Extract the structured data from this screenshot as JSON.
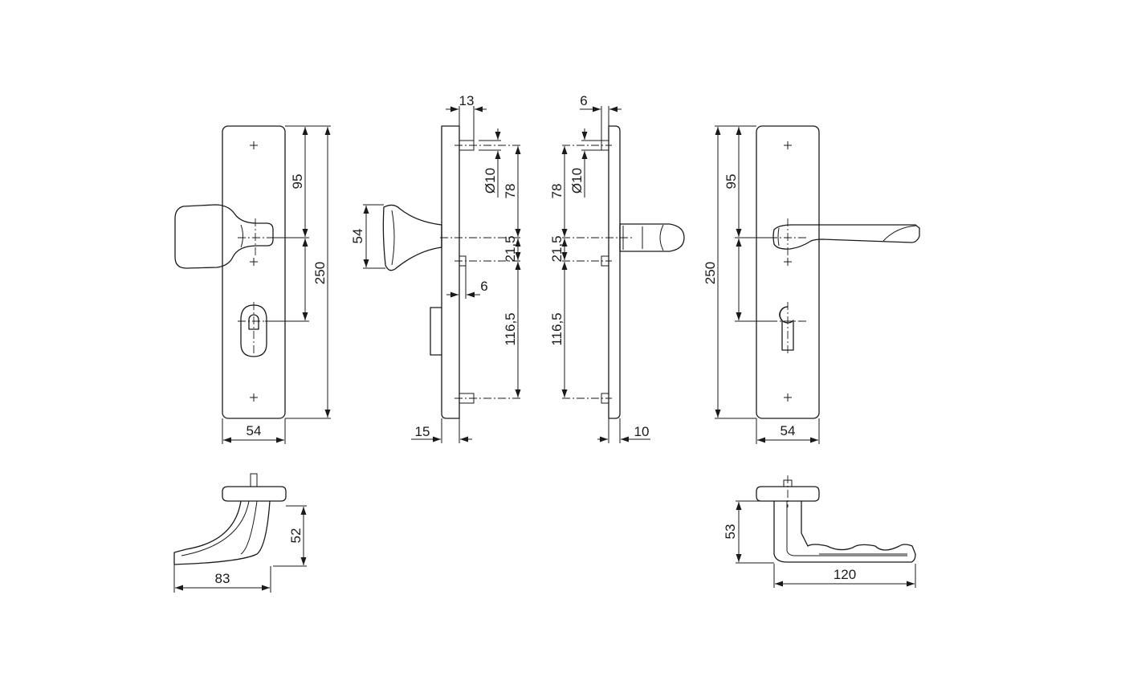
{
  "views": {
    "knob_front": {
      "width": "54",
      "knob_to_key": "95",
      "height": "250"
    },
    "knob_side": {
      "pin_offset": "13",
      "pin_dia": "Ø10",
      "screw_upper": "78",
      "knob_size": "54",
      "screw_mid": "21,5",
      "slot": "6",
      "screw_lower": "116,5",
      "plate_depth": "15"
    },
    "lever_side": {
      "pin_offset": "6",
      "pin_dia": "Ø10",
      "screw_upper": "78",
      "screw_mid": "21,5",
      "screw_lower": "116,5",
      "plate_depth": "10"
    },
    "lever_front": {
      "lever_to_key": "95",
      "height": "250",
      "width": "54"
    },
    "knob_top": {
      "projection": "52",
      "length": "83"
    },
    "lever_top": {
      "projection": "53",
      "length": "120"
    }
  }
}
